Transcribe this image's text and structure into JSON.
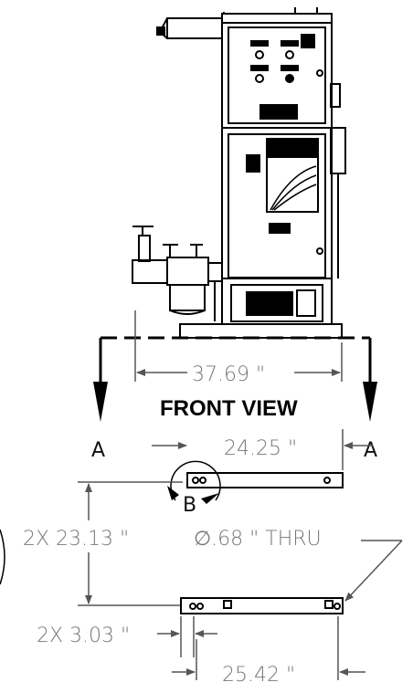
{
  "view_title": "FRONT VIEW",
  "section_label_left": "A",
  "section_label_right": "A",
  "detail_label": "B",
  "dimensions": {
    "overall_width": "37.69 \"",
    "bracket_top_length": "24.25 \"",
    "bracket_spacing": "2X 23.13 \"",
    "hole": "∅.68 \" THRU",
    "hole_offset": "2X 3.03 \"",
    "bracket_bottom_length": "25.42 \""
  },
  "colors": {
    "line": "#000000",
    "dimension_text": "#777777"
  }
}
